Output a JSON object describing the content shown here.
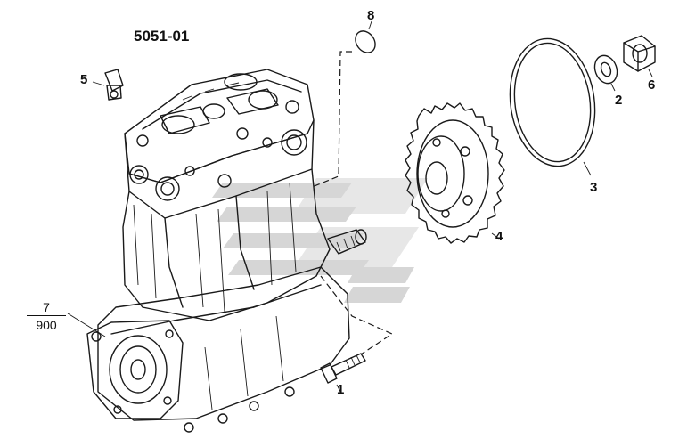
{
  "diagram": {
    "group_code": "5051-01",
    "callouts": [
      {
        "id": "1",
        "text": "1"
      },
      {
        "id": "2",
        "text": "2"
      },
      {
        "id": "3",
        "text": "3"
      },
      {
        "id": "4",
        "text": "4"
      },
      {
        "id": "5",
        "text": "5"
      },
      {
        "id": "6",
        "text": "6"
      },
      {
        "id": "8",
        "text": "8"
      }
    ],
    "reference": {
      "numerator": "7",
      "denominator": "900"
    }
  },
  "colors": {
    "line": "#1a1a1a",
    "watermark": "#c8c8c8",
    "background": "#ffffff"
  }
}
